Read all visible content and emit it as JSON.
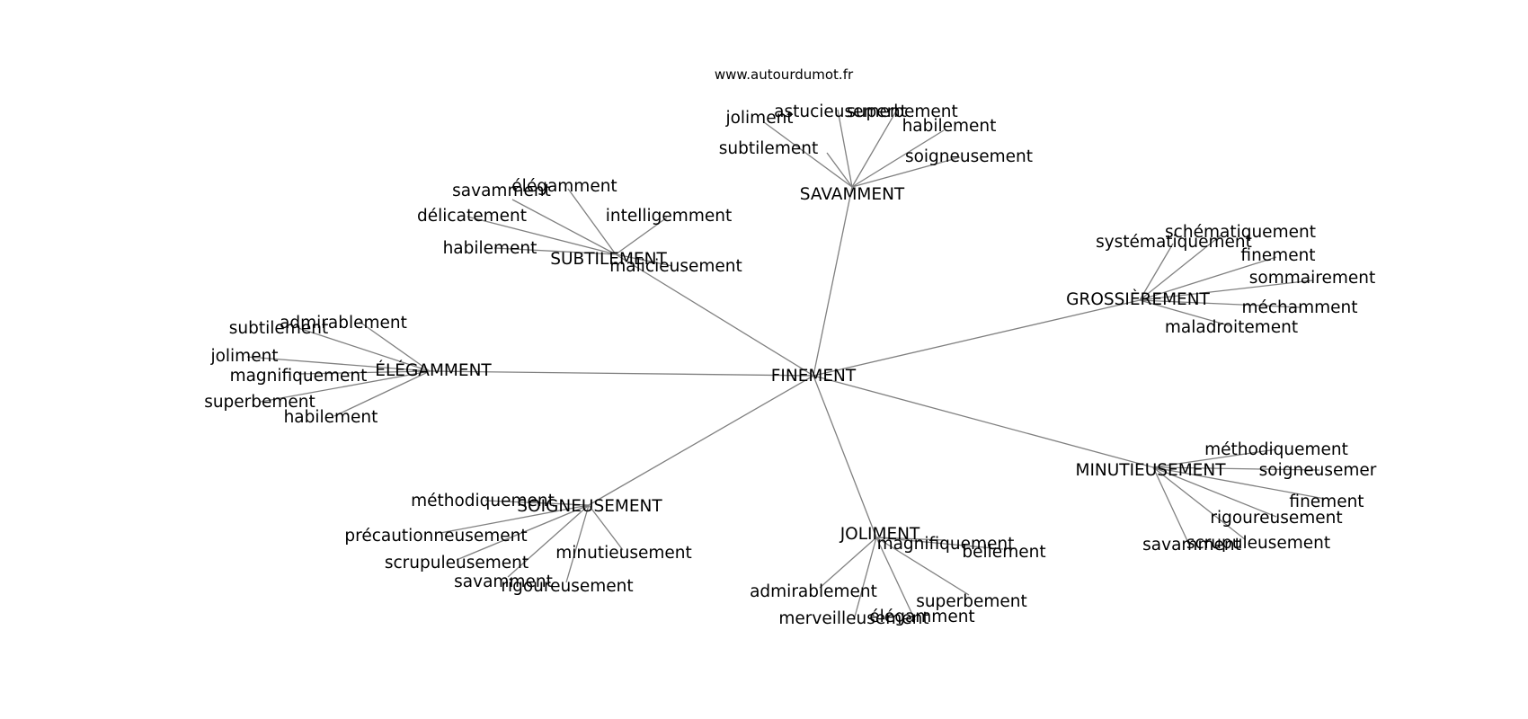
{
  "source": "www.autourdumot.fr",
  "root": {
    "id": "finement",
    "label": "FINEMENT"
  },
  "branches": [
    {
      "id": "savamment",
      "label": "SAVAMMENT",
      "leaves": [
        "joliment",
        "astucieusement",
        "superbement",
        "habilement",
        "subtilement",
        "soigneusement"
      ]
    },
    {
      "id": "subtilement",
      "label": "SUBTILEMENT",
      "leaves": [
        "savamment",
        "élégamment",
        "délicatement",
        "intelligemment",
        "habilement",
        "malicieusement"
      ]
    },
    {
      "id": "grossierement",
      "label": "GROSSIÈREMENT",
      "leaves": [
        "systématiquement",
        "schématiquement",
        "finement",
        "sommairement",
        "méchamment",
        "maladroitement"
      ]
    },
    {
      "id": "elegamment",
      "label": "ÉLÉGAMMENT",
      "leaves": [
        "subtilement",
        "admirablement",
        "joliment",
        "magnifiquement",
        "superbement",
        "habilement"
      ]
    },
    {
      "id": "minutieusement",
      "label": "MINUTIEUSEMENT",
      "leaves": [
        "méthodiquement",
        "soigneusemer",
        "finement",
        "rigoureusement",
        "savamment",
        "scrupuleusement"
      ]
    },
    {
      "id": "soigneusement",
      "label": "SOIGNEUSEMENT",
      "leaves": [
        "méthodiquement",
        "précautionneusement",
        "scrupuleusement",
        "minutieusement",
        "savamment",
        "rigoureusement"
      ]
    },
    {
      "id": "joliment",
      "label": "JOLIMENT",
      "leaves": [
        "magnifiquement",
        "bellement",
        "admirablement",
        "superbement",
        "merveilleusement",
        "élégamment"
      ]
    }
  ]
}
